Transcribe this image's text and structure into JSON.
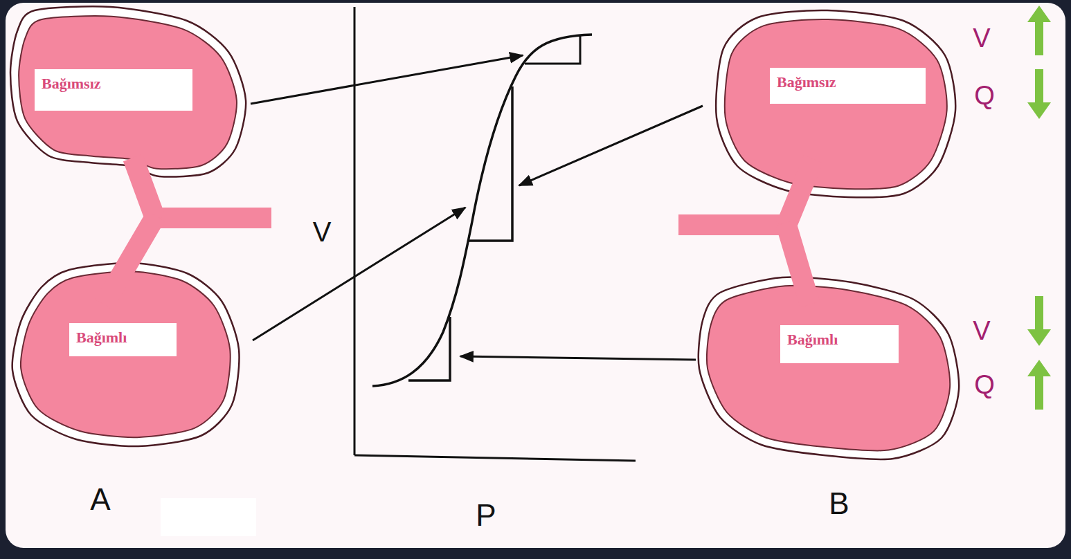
{
  "diagram": {
    "nodes": [
      {
        "text": [
          "Bağımsız"
        ]
      },
      {
        "text": [
          "Bağımlı"
        ]
      },
      {
        "text": [
          "Bağımsız"
        ]
      },
      {
        "text": [
          "Bağımlı"
        ]
      }
    ],
    "labels": [
      "A",
      "V",
      "P",
      "B",
      "V",
      "Q",
      "V",
      "Q"
    ]
  }
}
